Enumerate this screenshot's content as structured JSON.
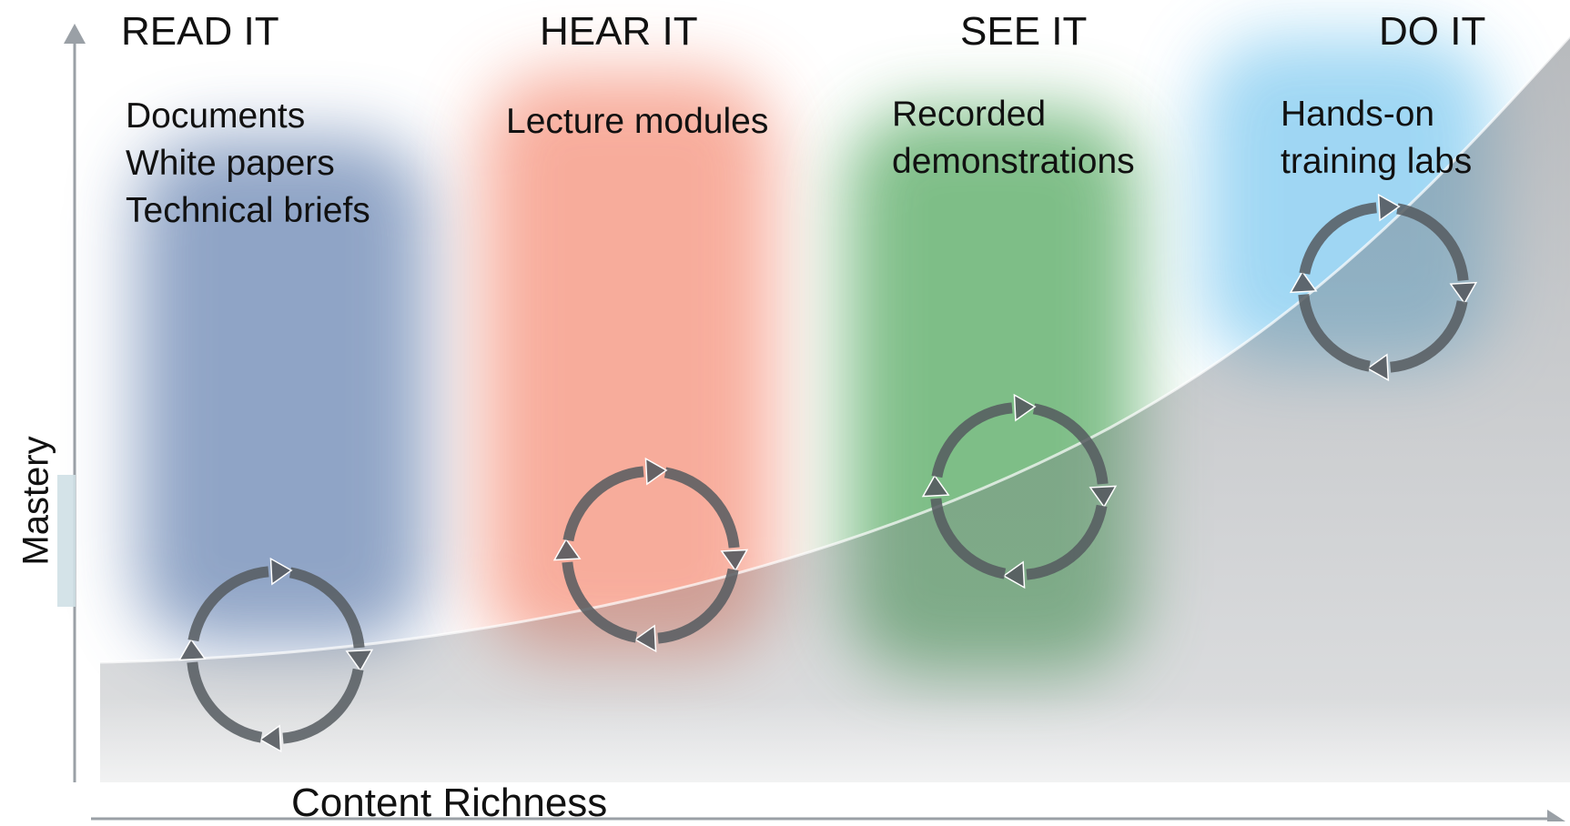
{
  "columns": [
    {
      "heading": "READ IT",
      "items": "Documents\nWhite papers\nTechnical briefs",
      "color": "#6b86b3"
    },
    {
      "heading": "HEAR IT",
      "items": "Lecture modules",
      "color": "#f5917a"
    },
    {
      "heading": "SEE IT",
      "items": "Recorded\ndemonstrations",
      "color": "#5fae6a"
    },
    {
      "heading": "DO IT",
      "items": "Hands-on\ntraining labs",
      "color": "#8fd0f2"
    }
  ],
  "axes": {
    "y_label": "Mastery",
    "x_label": "Content Richness"
  },
  "colors": {
    "axis": "#9aa0a6",
    "curve": "#7d8288",
    "cycle": "#555a5f"
  }
}
